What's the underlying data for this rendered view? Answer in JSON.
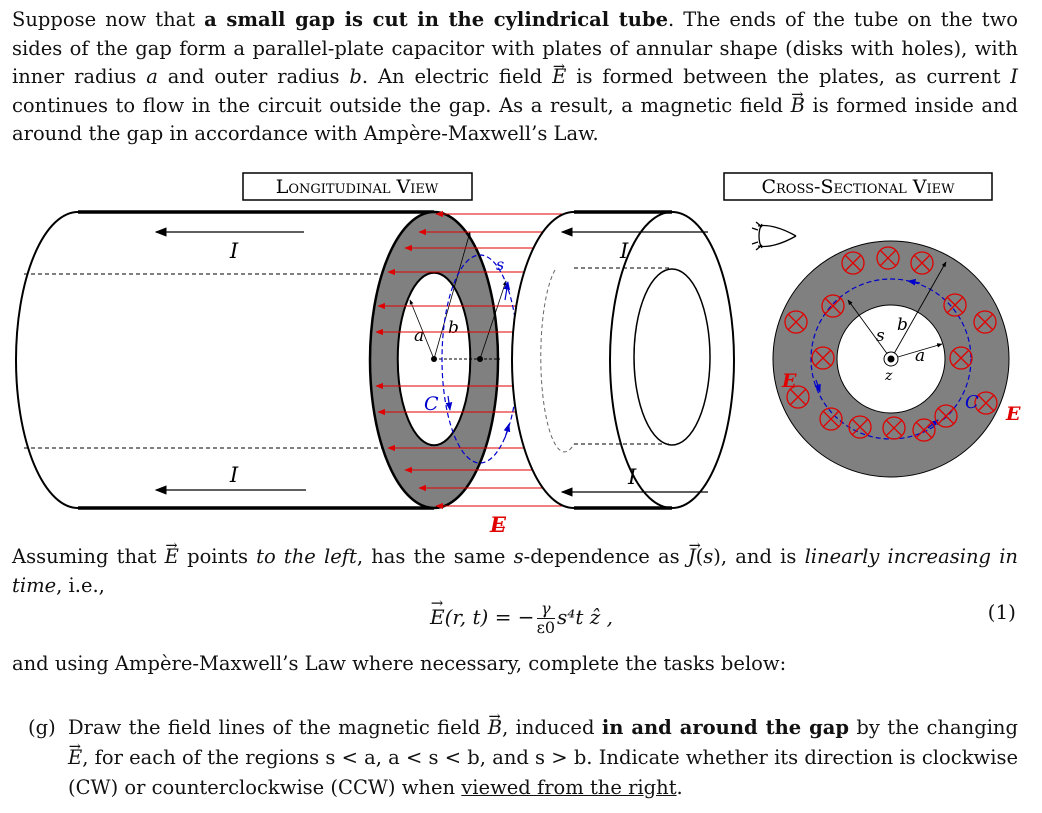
{
  "intro": {
    "t1": "Suppose now that ",
    "bold1": "a small gap is cut in the cylindrical tube",
    "t2": ". The ends of the tube on the two sides of the gap form a parallel-plate capacitor with plates of annular shape (disks with holes), with inner radius ",
    "a": "a",
    "t3": " and outer radius ",
    "b": "b",
    "t4": ". An electric field ",
    "E": "E",
    "t5": " is formed between the plates, as current ",
    "I": "I",
    "t6": " continues to flow in the circuit outside the gap. As a result, a magnetic field ",
    "B": "B",
    "t7": " is formed inside and around the gap in accordance with Ampère-Maxwell’s Law."
  },
  "diagram": {
    "longitudinal_title": "Longitudinal View",
    "cross_title": "Cross-Sectional View",
    "current_label": "I",
    "label_a": "a",
    "label_b": "b",
    "label_s": "s",
    "label_C": "C",
    "label_E": "E",
    "label_z": "z",
    "colors": {
      "annulus": "#808080",
      "field": "#e00000",
      "loop": "#0000cc",
      "stroke": "#000000"
    }
  },
  "assumption": {
    "t1": "Assuming that ",
    "E": "E",
    "t2": " points ",
    "left": "to the left",
    "t3": ", has the same ",
    "s": "s",
    "t4": "-dependence as ",
    "J": "J",
    "t5": "(",
    "s2": "s",
    "t6": "), and is ",
    "lin": "linearly increasing in time",
    "t7": ", i.e.,"
  },
  "equation": {
    "lhs_E": "E",
    "lhs_args": "(r, t) = −",
    "num": "γ",
    "den": "ε0",
    "rhs": "s⁴t ẑ ,",
    "number": "(1)"
  },
  "after_eq": "and using Ampère-Maxwell’s Law where necessary, complete the tasks below:",
  "task_g": {
    "tag": "(g)",
    "t1": "Draw the field lines of the magnetic field ",
    "B": "B",
    "t2": ", induced ",
    "bold": "in and around the gap",
    "t3": " by the changing ",
    "E": "E",
    "t4": ", for each of the regions s < a, a < s < b, and s > b. Indicate whether its direction is clockwise (CW) or counterclockwise (CCW) when ",
    "ul": "viewed from the right",
    "t5": "."
  }
}
